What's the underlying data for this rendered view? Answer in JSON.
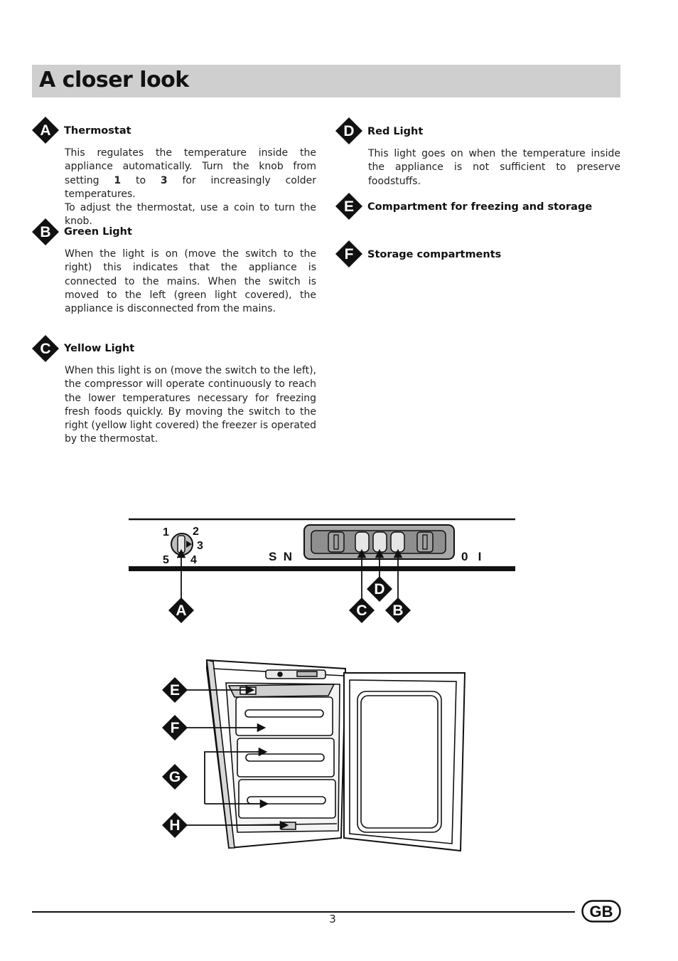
{
  "page": {
    "title": "A closer look",
    "page_number": "3",
    "language_badge": "GB"
  },
  "sections": {
    "a": {
      "letter": "A",
      "heading": "Thermostat",
      "text1": "This regulates the temperature inside the appliance automatically. Turn the knob from setting ",
      "bold1": "1",
      "text2": " to ",
      "bold2": "3",
      "text3": " for increasingly colder temperatures.",
      "text4": "To adjust the thermostat, use a coin to turn the knob."
    },
    "b": {
      "letter": "B",
      "heading": "Green Light",
      "text": "When the light is on (move the switch to the right) this indicates that the appliance is connected to the mains. When the switch is moved to the left (green light covered), the appliance is disconnected from the mains."
    },
    "c": {
      "letter": "C",
      "heading": "Yellow Light",
      "text": "When this light is on (move the switch to the left), the compressor will operate continuously to reach the lower temperatures necessary for freezing fresh foods quickly. By moving the switch to the right (yellow light covered) the freezer is operated by the thermostat."
    },
    "d": {
      "letter": "D",
      "heading": "Red Light",
      "text": "This light goes on when the temperature inside the appliance is not sufficient to preserve foodstuffs."
    },
    "e": {
      "letter": "E",
      "heading": "Compartment for freezing and storage"
    },
    "f": {
      "letter": "F",
      "heading": "Storage compartments"
    }
  },
  "control_panel": {
    "knob_labels": [
      "1",
      "2",
      "3",
      "4",
      "5"
    ],
    "switch_left_labels": "S  N",
    "switch_right_labels": "0   I",
    "callouts": [
      "A",
      "C",
      "D",
      "B"
    ]
  },
  "freezer": {
    "callouts": [
      "E",
      "F",
      "G",
      "H"
    ]
  }
}
